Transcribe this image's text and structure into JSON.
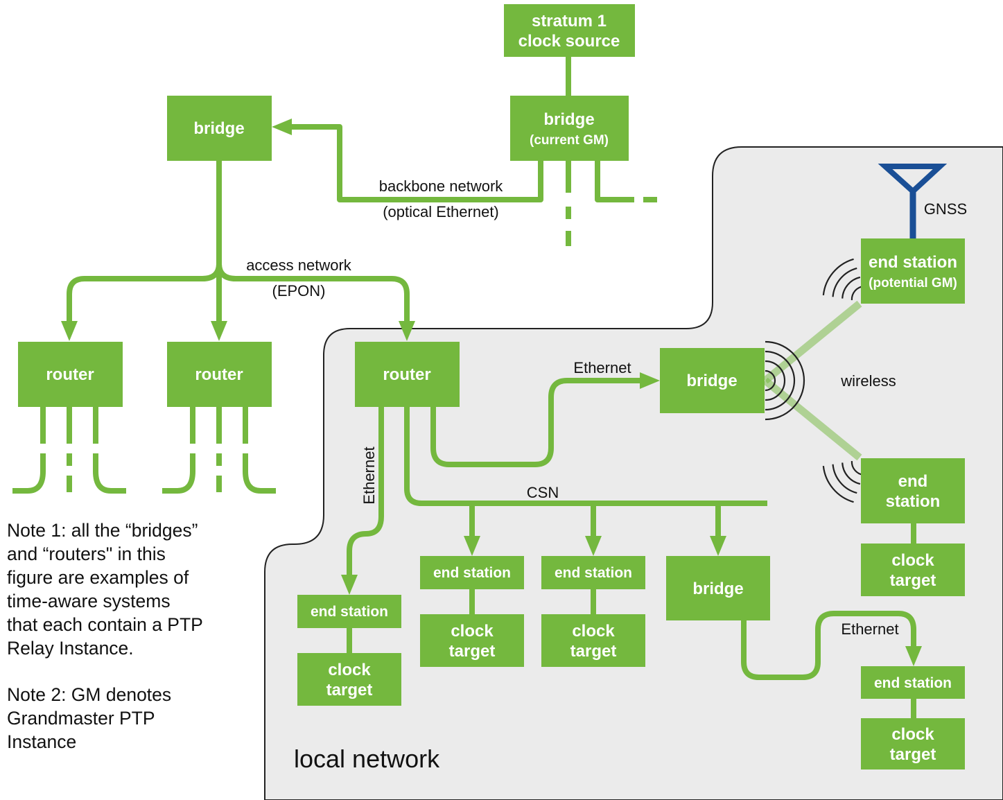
{
  "nodes": {
    "stratum1": [
      "stratum 1",
      "clock source"
    ],
    "bridge_gm": [
      "bridge",
      "(current GM)"
    ],
    "bridge_top_left": [
      "bridge"
    ],
    "router_a": [
      "router"
    ],
    "router_b": [
      "router"
    ],
    "router_local": [
      "router"
    ],
    "bridge_local": [
      "bridge"
    ],
    "end_potential_gm": [
      "end station",
      "(potential GM)"
    ],
    "end_wireless": [
      "end",
      "station"
    ],
    "clock_wireless": [
      "clock",
      "target"
    ],
    "end_eth": [
      "end station"
    ],
    "clock_eth": [
      "clock",
      "target"
    ],
    "end_csn1": [
      "end station"
    ],
    "clock_csn1": [
      "clock",
      "target"
    ],
    "end_csn2": [
      "end station"
    ],
    "clock_csn2": [
      "clock",
      "target"
    ],
    "bridge_csn": [
      "bridge"
    ],
    "end_bottom": [
      "end station"
    ],
    "clock_bottom": [
      "clock",
      "target"
    ]
  },
  "labels": {
    "backbone": [
      "backbone network",
      "(optical Ethernet)"
    ],
    "access": [
      "access network",
      "(EPON)"
    ],
    "ethernet_vertical": "Ethernet",
    "ethernet_to_bridge": "Ethernet",
    "csn": "CSN",
    "wireless": "wireless",
    "gnss": "GNSS",
    "ethernet_bottom": "Ethernet",
    "local_network": "local network"
  },
  "notes": {
    "note1": [
      "Note 1: all the “bridges”",
      "and “routers\" in this",
      "figure are examples of",
      "time-aware systems",
      "that each contain a PTP",
      "Relay Instance."
    ],
    "note2": [
      "Note 2: GM denotes",
      "Grandmaster PTP",
      "Instance"
    ]
  },
  "colors": {
    "box": "#74b83e",
    "local_network_fill": "#ebebeb",
    "antenna": "#1a4f96"
  },
  "icons": {
    "antenna": "gnss-antenna-icon",
    "wireless": "wireless-signal-icon"
  }
}
